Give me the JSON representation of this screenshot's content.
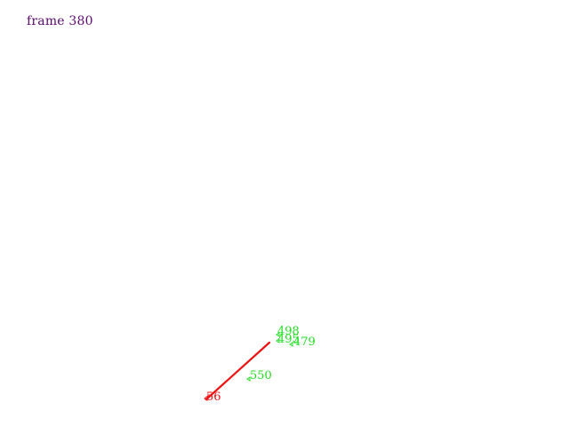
{
  "frame": {
    "label": "frame 380",
    "color": "#5a0a6e"
  },
  "track": {
    "color": "#ee1111",
    "start_label": "56"
  },
  "points": {
    "color": "#22dd22",
    "labels": [
      "498",
      "495",
      "479",
      "550"
    ]
  }
}
